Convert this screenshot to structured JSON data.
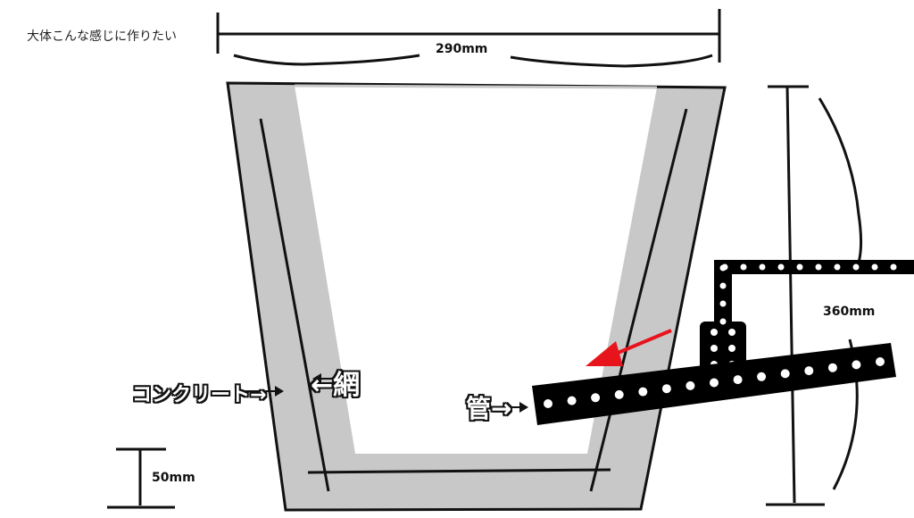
{
  "caption": "大体こんな感じに作りたい",
  "dimensions": {
    "width": "290mm",
    "height": "360mm",
    "wall": "50mm"
  },
  "labels": {
    "concrete": "コンクリート→",
    "mesh": "←網",
    "pipe": "管→"
  },
  "colors": {
    "concrete": "#c8c8c8",
    "outline": "#111111",
    "pipe": "#000000",
    "holes": "#ffffff",
    "arrow": "#e8141c"
  }
}
